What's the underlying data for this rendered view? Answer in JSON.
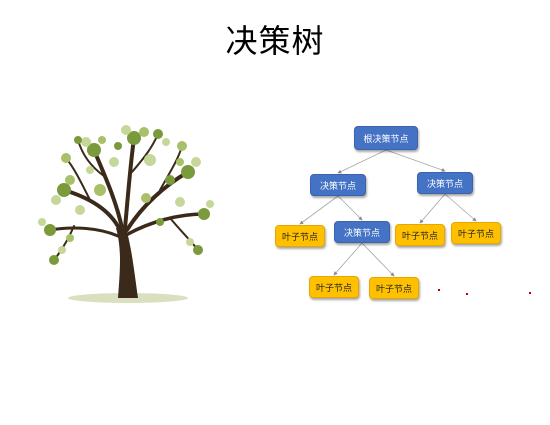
{
  "slide": {
    "title": "决策树"
  },
  "illustration": {
    "name": "tree-illustration",
    "colors": {
      "trunk": "#3b2a1a",
      "leaves_light": "#c6d79a",
      "leaves_dark": "#7a9a3c",
      "ground": "#cfd8b0"
    }
  },
  "diagram": {
    "colors": {
      "decision_fill": "#4472c4",
      "leaf_fill": "#ffc000",
      "edge": "#a6a6a6"
    },
    "nodes": [
      {
        "id": "root",
        "label": "根决策节点",
        "kind": "decision"
      },
      {
        "id": "d1",
        "label": "决策节点",
        "kind": "decision"
      },
      {
        "id": "d2",
        "label": "决策节点",
        "kind": "decision"
      },
      {
        "id": "l1",
        "label": "叶子节点",
        "kind": "leaf"
      },
      {
        "id": "d3",
        "label": "决策节点",
        "kind": "decision"
      },
      {
        "id": "l2",
        "label": "叶子节点",
        "kind": "leaf"
      },
      {
        "id": "l3",
        "label": "叶子节点",
        "kind": "leaf"
      },
      {
        "id": "l4",
        "label": "叶子节点",
        "kind": "leaf"
      },
      {
        "id": "l5",
        "label": "叶子节点",
        "kind": "leaf"
      }
    ],
    "edges": [
      [
        "root",
        "d1"
      ],
      [
        "root",
        "d2"
      ],
      [
        "d1",
        "l1"
      ],
      [
        "d1",
        "d3"
      ],
      [
        "d2",
        "l2"
      ],
      [
        "d2",
        "l3"
      ],
      [
        "d3",
        "l4"
      ],
      [
        "d3",
        "l5"
      ]
    ]
  }
}
